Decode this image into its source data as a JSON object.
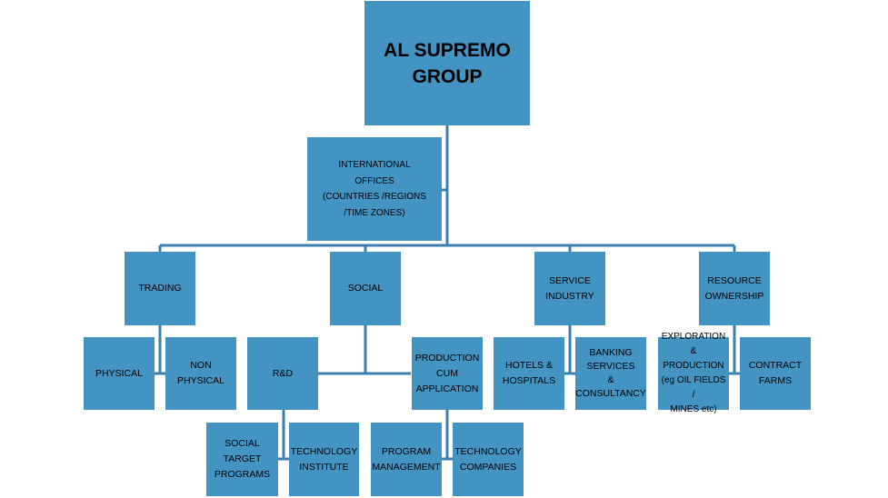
{
  "title": "AL SUPREMO\nGROUP",
  "intl": "INTERNATIONAL\nOFFICES\n(COUNTRIES /REGIONS\n/TIME ZONES)",
  "trading": "TRADING",
  "social": "SOCIAL",
  "service": "SERVICE\nINDUSTRY",
  "resource": "RESOURCE\nOWNERSHIP",
  "physical": "PHYSICAL",
  "nonphysical": "NON\nPHYSICAL",
  "rd": "R&D",
  "production": "PRODUCTION\nCUM\nAPPLICATION",
  "hotels": "HOTELS &\nHOSPITALS",
  "banking": "BANKING\nSERVICES\n&\nCONSULTANCY",
  "exploration": "EXPLORATION\n& PRODUCTION\n(eg OIL FIELDS /\nMINES etc)",
  "contract": "CONTRACT\nFARMS",
  "socialtarget": "SOCIAL\nTARGET\nPROGRAMS",
  "techinst": "TECHNOLOGY\nINSTITUTE",
  "programmgmt": "PROGRAM\nMANAGEMENT",
  "techcomp": "TECHNOLOGY\nCOMPANIES",
  "colors": {
    "box": "#4393c3",
    "line": "#3b7fb0",
    "text": "#000000"
  }
}
